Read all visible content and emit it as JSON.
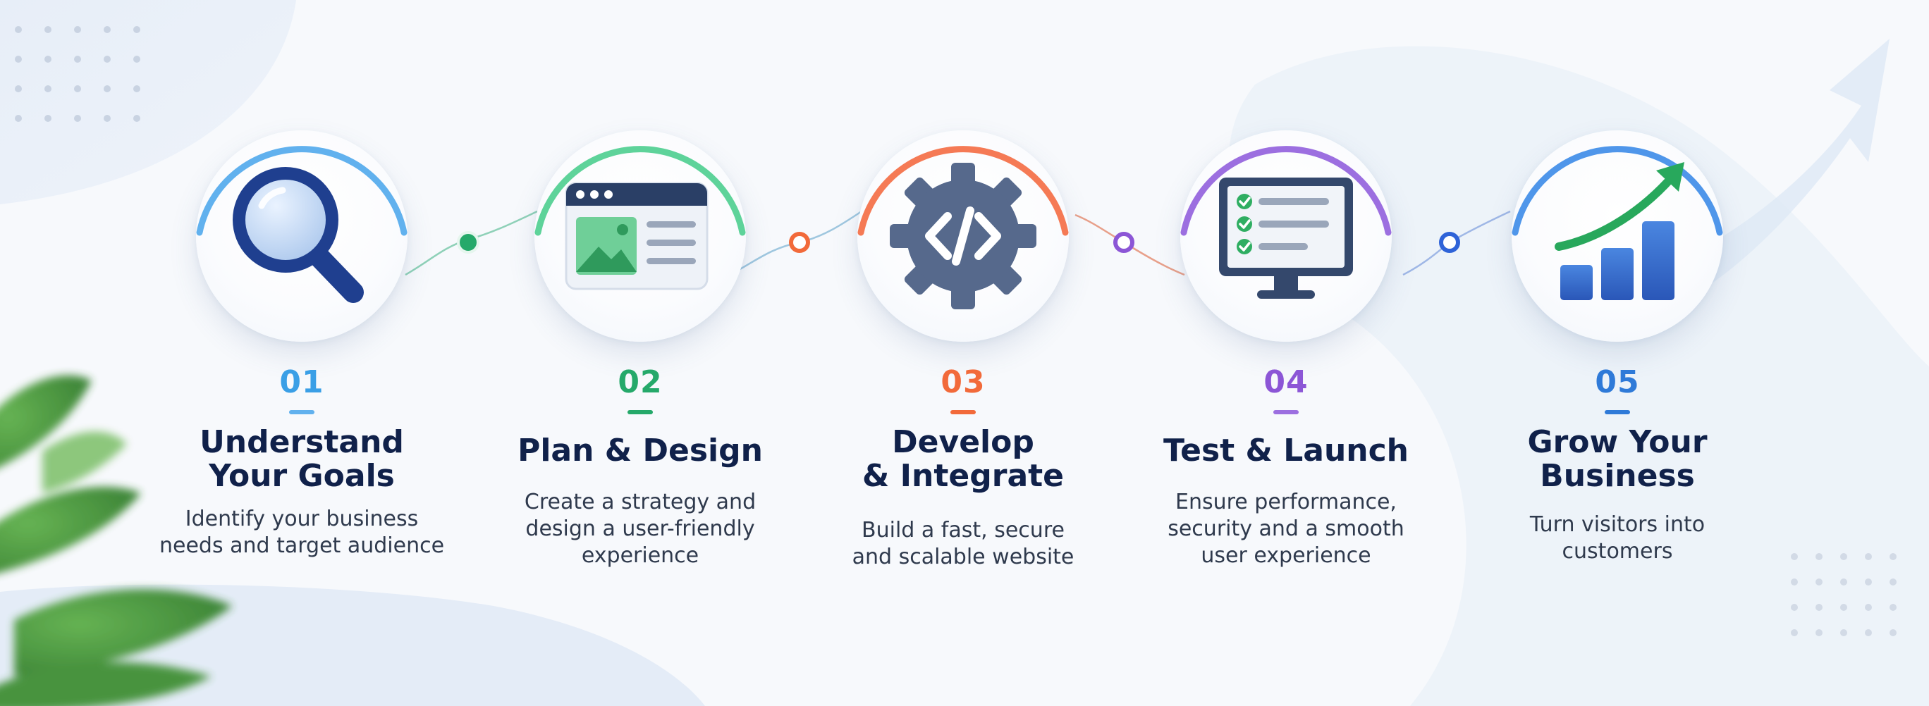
{
  "steps": [
    {
      "number": "01",
      "title_lines": [
        "Understand",
        "Your Goals"
      ],
      "desc_lines": [
        "Identify your business",
        "needs and target audience"
      ],
      "color": "#3a9fe6",
      "arc_color": "#61b1ee",
      "icon": "magnifying-glass-icon"
    },
    {
      "number": "02",
      "title_lines": [
        "Plan & Design"
      ],
      "desc_lines": [
        "Create a strategy and",
        "design a user-friendly",
        "experience"
      ],
      "color": "#25a96a",
      "arc_color": "#5ed39a",
      "icon": "browser-window-icon"
    },
    {
      "number": "03",
      "title_lines": [
        "Develop",
        "& Integrate"
      ],
      "desc_lines": [
        "Build a fast, secure",
        "and scalable website"
      ],
      "color": "#f26a3a",
      "arc_color": "#f57a55",
      "icon": "code-gear-icon"
    },
    {
      "number": "04",
      "title_lines": [
        "Test & Launch"
      ],
      "desc_lines": [
        "Ensure performance,",
        "security and a smooth",
        "user experience"
      ],
      "color": "#8c56d6",
      "arc_color": "#9c6fe0",
      "icon": "monitor-checklist-icon"
    },
    {
      "number": "05",
      "title_lines": [
        "Grow Your",
        "Business"
      ],
      "desc_lines": [
        "Turn visitors into",
        "customers"
      ],
      "color": "#2f7ad8",
      "arc_color": "#4f96ea",
      "icon": "growth-chart-icon"
    }
  ],
  "connectors": [
    {
      "color": "#25a96a",
      "style": "filled"
    },
    {
      "color": "#f26a3a",
      "style": "ring"
    },
    {
      "color": "#8c56d6",
      "style": "ring"
    },
    {
      "color": "#2f63d8",
      "style": "ring"
    }
  ]
}
